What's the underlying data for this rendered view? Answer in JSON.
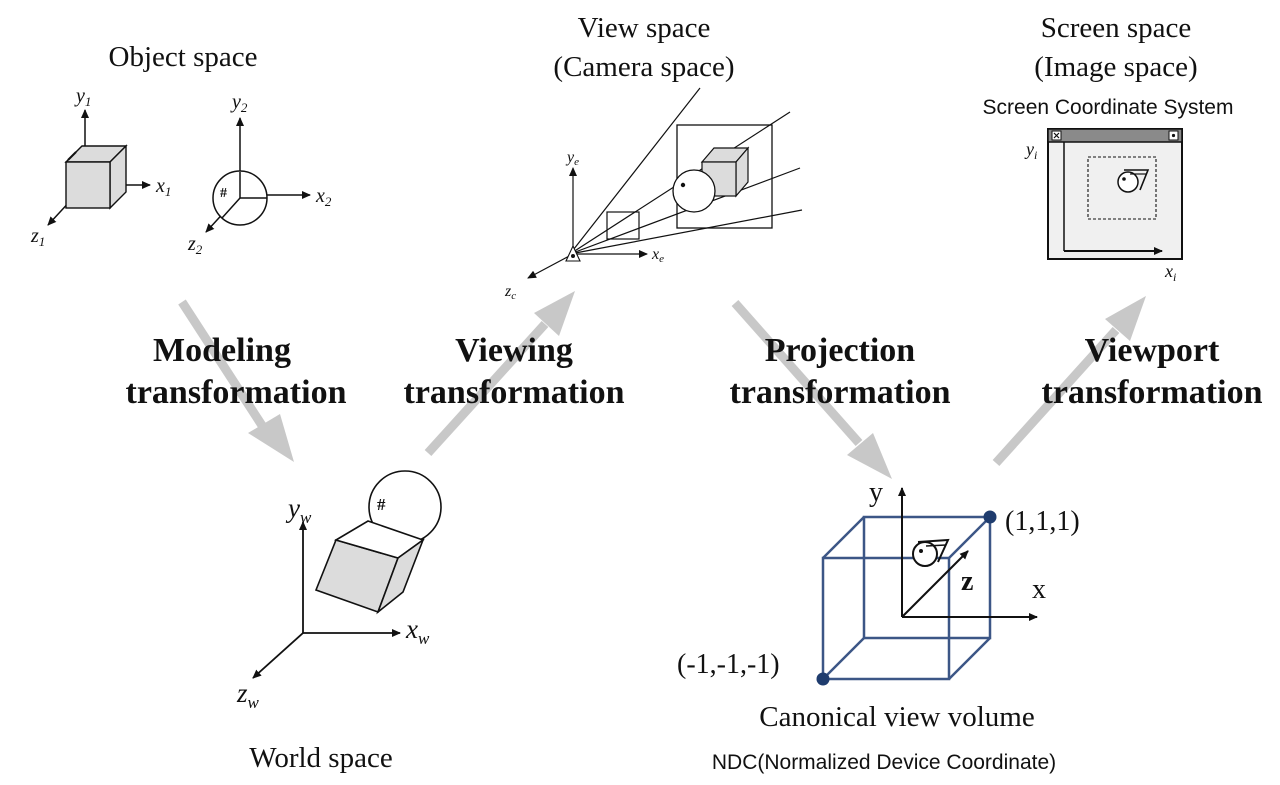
{
  "spaces": {
    "object": {
      "title": "Object space"
    },
    "world": {
      "title": "World space"
    },
    "view": {
      "title_line1": "View space",
      "title_line2": "(Camera space)"
    },
    "screen": {
      "title_line1": "Screen space",
      "title_line2": "(Image space)",
      "subtitle": "Screen Coordinate System"
    },
    "canonical": {
      "title": "Canonical view volume",
      "subtitle": "NDC(Normalized Device Coordinate)"
    }
  },
  "transforms": {
    "modeling": {
      "line1": "Modeling",
      "line2": "transformation"
    },
    "viewing": {
      "line1": "Viewing",
      "line2": "transformation"
    },
    "projection": {
      "line1": "Projection",
      "line2": "transformation"
    },
    "viewport": {
      "line1": "Viewport",
      "line2": "transformation"
    }
  },
  "axes": {
    "object1": {
      "x": "x",
      "x_sub": "1",
      "y": "y",
      "y_sub": "1",
      "z": "z",
      "z_sub": "1"
    },
    "object2": {
      "x": "x",
      "x_sub": "2",
      "y": "y",
      "y_sub": "2",
      "z": "z",
      "z_sub": "2"
    },
    "world": {
      "x": "x",
      "x_sub": "w",
      "y": "y",
      "y_sub": "w",
      "z": "z",
      "z_sub": "w"
    },
    "view": {
      "x": "x",
      "x_sub": "e",
      "y": "y",
      "y_sub": "e",
      "z": "z",
      "z_sub": "c"
    },
    "screen": {
      "x": "x",
      "x_sub": "i",
      "y": "y",
      "y_sub": "i"
    },
    "ndc": {
      "x": "x",
      "y": "y",
      "z": "z"
    }
  },
  "ndc_corners": {
    "max": "(1,1,1)",
    "min": "(-1,-1,-1)"
  },
  "marks": {
    "hash": "#"
  },
  "colors": {
    "arrow": "#c8c8c8",
    "ndc_cube": "#3c5686",
    "ink": "#111111"
  }
}
